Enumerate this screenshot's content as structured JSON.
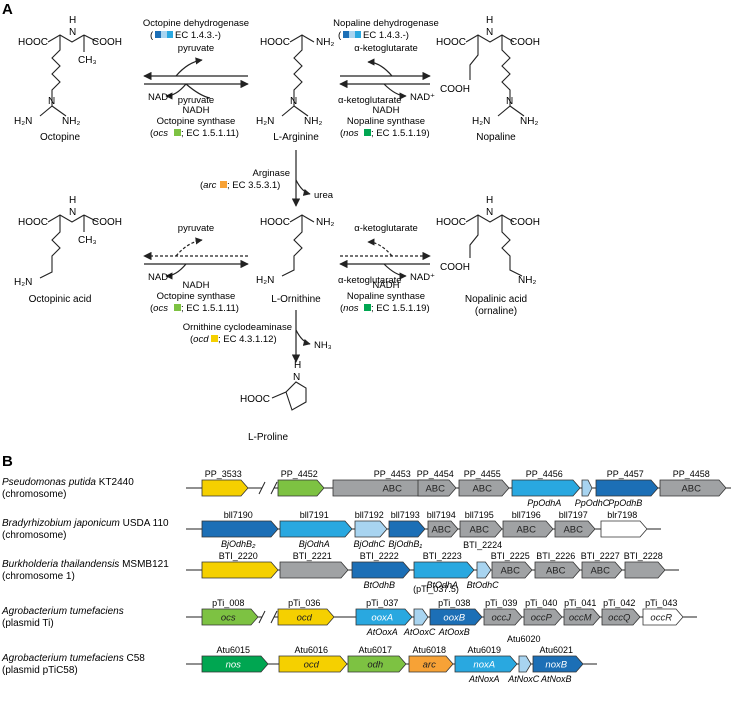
{
  "panel_a": {
    "label": "A",
    "molecules": {
      "octopine": "Octopine",
      "arginine": "L-Arginine",
      "nopaline": "Nopaline",
      "octopinic_acid": "Octopinic acid",
      "ornithine": "L-Ornithine",
      "nopalinic_acid": "Nopalinic acid",
      "ornaline": "(ornaline)",
      "proline": "L-Proline"
    },
    "enzymes": {
      "octopine_dh": "Octopine dehydrogenase",
      "ec_octopine_dh": "EC 1.4.3.-)",
      "nopaline_dh": "Nopaline dehydrogenase",
      "ec_nopaline_dh": "EC 1.4.3.-)",
      "octopine_synthase": "Octopine synthase",
      "ocs_gene": "ocs",
      "ec_octopine_synthase": "; EC 1.5.1.11)",
      "nopaline_synthase": "Nopaline synthase",
      "nos_gene": "nos",
      "ec_nopaline_synthase": "; EC 1.5.1.19)",
      "arginase": "Arginase",
      "arc_gene": "arc",
      "ec_arginase": "; EC 3.5.3.1)",
      "ornithine_cyclodeaminase": "Ornithine cyclodeaminase",
      "ocd_gene": "ocd",
      "ec_ocd": "; EC 4.3.1.12)"
    },
    "cofactors": {
      "pyruvate": "pyruvate",
      "nadh": "NADH",
      "nad": "NAD⁺",
      "akg": "α-ketoglutarate",
      "urea": "urea",
      "nh3": "NH₃"
    },
    "atoms": {
      "hooc": "HOOC",
      "cooh": "COOH",
      "nh2": "NH₂",
      "h2n": "H₂N",
      "ch3": "CH₃",
      "h": "H",
      "n": "N",
      "nh": "NH"
    }
  },
  "panel_b": {
    "label": "B",
    "rows": [
      {
        "organism": "Pseudomonas putida",
        "strain": " KT2440",
        "replicon": "(chromosome)",
        "genes": [
          {
            "top": "PP_3533",
            "name": "",
            "sub": "",
            "color": "#f5d000"
          },
          {
            "top": "PP_4452",
            "name": "",
            "sub": "",
            "color": "#7dc242"
          },
          {
            "top": "PP_4453",
            "name": "ABC",
            "sub": "",
            "color": "#a0a2a4"
          },
          {
            "top": "PP_4454",
            "name": "ABC",
            "sub": "",
            "color": "#a0a2a4"
          },
          {
            "top": "PP_4455",
            "name": "ABC",
            "sub": "",
            "color": "#a0a2a4"
          },
          {
            "top": "PP_4456",
            "name": "",
            "sub": "PpOdhA",
            "color": "#29a8e0"
          },
          {
            "top": "",
            "name": "",
            "sub": "PpOdhC",
            "color": "#a8d4f0"
          },
          {
            "top": "PP_4457",
            "name": "",
            "sub": "PpOdhB",
            "color": "#1c6fb6"
          },
          {
            "top": "PP_4458",
            "name": "ABC",
            "sub": "",
            "color": "#a0a2a4"
          }
        ]
      },
      {
        "organism": "Bradyrhizobium japonicum",
        "strain": " USDA 110",
        "replicon": "(chromosome)",
        "genes": [
          {
            "top": "bll7190",
            "name": "",
            "sub": "BjOdhB₂",
            "color": "#1c6fb6"
          },
          {
            "top": "bll7191",
            "name": "",
            "sub": "BjOdhA",
            "color": "#29a8e0"
          },
          {
            "top": "bll7192",
            "name": "",
            "sub": "BjOdhC",
            "color": "#a8d4f0"
          },
          {
            "top": "bll7193",
            "name": "",
            "sub": "BjOdhB₁",
            "color": "#1c6fb6"
          },
          {
            "top": "bll7194",
            "name": "ABC",
            "sub": "",
            "color": "#a0a2a4"
          },
          {
            "top": "bll7195",
            "name": "ABC",
            "sub": "",
            "color": "#a0a2a4"
          },
          {
            "top": "bll7196",
            "name": "ABC",
            "sub": "",
            "color": "#a0a2a4"
          },
          {
            "top": "bll7197",
            "name": "ABC",
            "sub": "",
            "color": "#a0a2a4"
          },
          {
            "top": "blr7198",
            "name": "",
            "sub": "",
            "color": "#ffffff"
          }
        ]
      },
      {
        "organism": "Burkholderia thailandensis",
        "strain": " MSMB121",
        "replicon": "(chromosome 1)",
        "genes": [
          {
            "top": "BTI_2220",
            "name": "",
            "sub": "",
            "color": "#f5d000"
          },
          {
            "top": "BTI_2221",
            "name": "",
            "sub": "",
            "color": "#a0a2a4"
          },
          {
            "top": "BTI_2222",
            "name": "",
            "sub": "BtOdhB",
            "color": "#1c6fb6"
          },
          {
            "top": "BTI_2223",
            "name": "",
            "sub": "BtOdhA",
            "color": "#29a8e0"
          },
          {
            "top": "BTI_2224",
            "name": "",
            "sub": "BtOdhC",
            "color": "#a8d4f0"
          },
          {
            "top": "BTI_2225",
            "name": "ABC",
            "sub": "",
            "color": "#a0a2a4"
          },
          {
            "top": "BTI_2226",
            "name": "ABC",
            "sub": "",
            "color": "#a0a2a4"
          },
          {
            "top": "BTI_2227",
            "name": "ABC",
            "sub": "",
            "color": "#a0a2a4"
          },
          {
            "top": "BTI_2228",
            "name": "",
            "sub": "",
            "color": "#a0a2a4"
          }
        ]
      },
      {
        "organism": "Agrobacterium tumefaciens",
        "strain": "",
        "replicon": "(plasmid Ti)",
        "note": "(pTi_037.5)",
        "genes": [
          {
            "top": "pTi_008",
            "name": "ocs",
            "sub": "",
            "color": "#7dc242"
          },
          {
            "top": "pTi_036",
            "name": "ocd",
            "sub": "",
            "color": "#f5d000"
          },
          {
            "top": "pTi_037",
            "name": "ooxA",
            "sub": "AtOoxA",
            "color": "#29a8e0"
          },
          {
            "top": "",
            "name": "",
            "sub": "AtOoxC",
            "color": "#a8d4f0"
          },
          {
            "top": "pTi_038",
            "name": "ooxB",
            "sub": "AtOoxB",
            "color": "#1c6fb6"
          },
          {
            "top": "pTi_039",
            "name": "occJ",
            "sub": "",
            "color": "#a0a2a4"
          },
          {
            "top": "pTi_040",
            "name": "occP",
            "sub": "",
            "color": "#a0a2a4"
          },
          {
            "top": "pTi_041",
            "name": "occM",
            "sub": "",
            "color": "#a0a2a4"
          },
          {
            "top": "pTi_042",
            "name": "occQ",
            "sub": "",
            "color": "#a0a2a4"
          },
          {
            "top": "pTi_043",
            "name": "occR",
            "sub": "",
            "color": "#ffffff"
          }
        ]
      },
      {
        "organism": "Agrobacterium tumefaciens",
        "strain": " C58",
        "replicon": "(plasmid pTiC58)",
        "genes": [
          {
            "top": "Atu6015",
            "name": "nos",
            "sub": "",
            "color": "#00a651"
          },
          {
            "top": "Atu6016",
            "name": "ocd",
            "sub": "",
            "color": "#f5d000"
          },
          {
            "top": "Atu6017",
            "name": "odh",
            "sub": "",
            "color": "#7dc242"
          },
          {
            "top": "Atu6018",
            "name": "arc",
            "sub": "",
            "color": "#f7a236"
          },
          {
            "top": "Atu6019",
            "name": "noxA",
            "sub": "AtNoxA",
            "color": "#29a8e0"
          },
          {
            "top": "Atu6020",
            "name": "",
            "sub": "AtNoxC",
            "color": "#a8d4f0"
          },
          {
            "top": "Atu6021",
            "name": "noxB",
            "sub": "AtNoxB",
            "color": "#1c6fb6"
          }
        ]
      }
    ]
  },
  "colors": {
    "dark_blue": "#1c6fb6",
    "mid_blue": "#29a8e0",
    "light_blue": "#a8d4f0",
    "yellow": "#f5d000",
    "green": "#00a651",
    "light_green": "#7dc242",
    "orange": "#f7a236",
    "gray": "#a0a2a4"
  }
}
